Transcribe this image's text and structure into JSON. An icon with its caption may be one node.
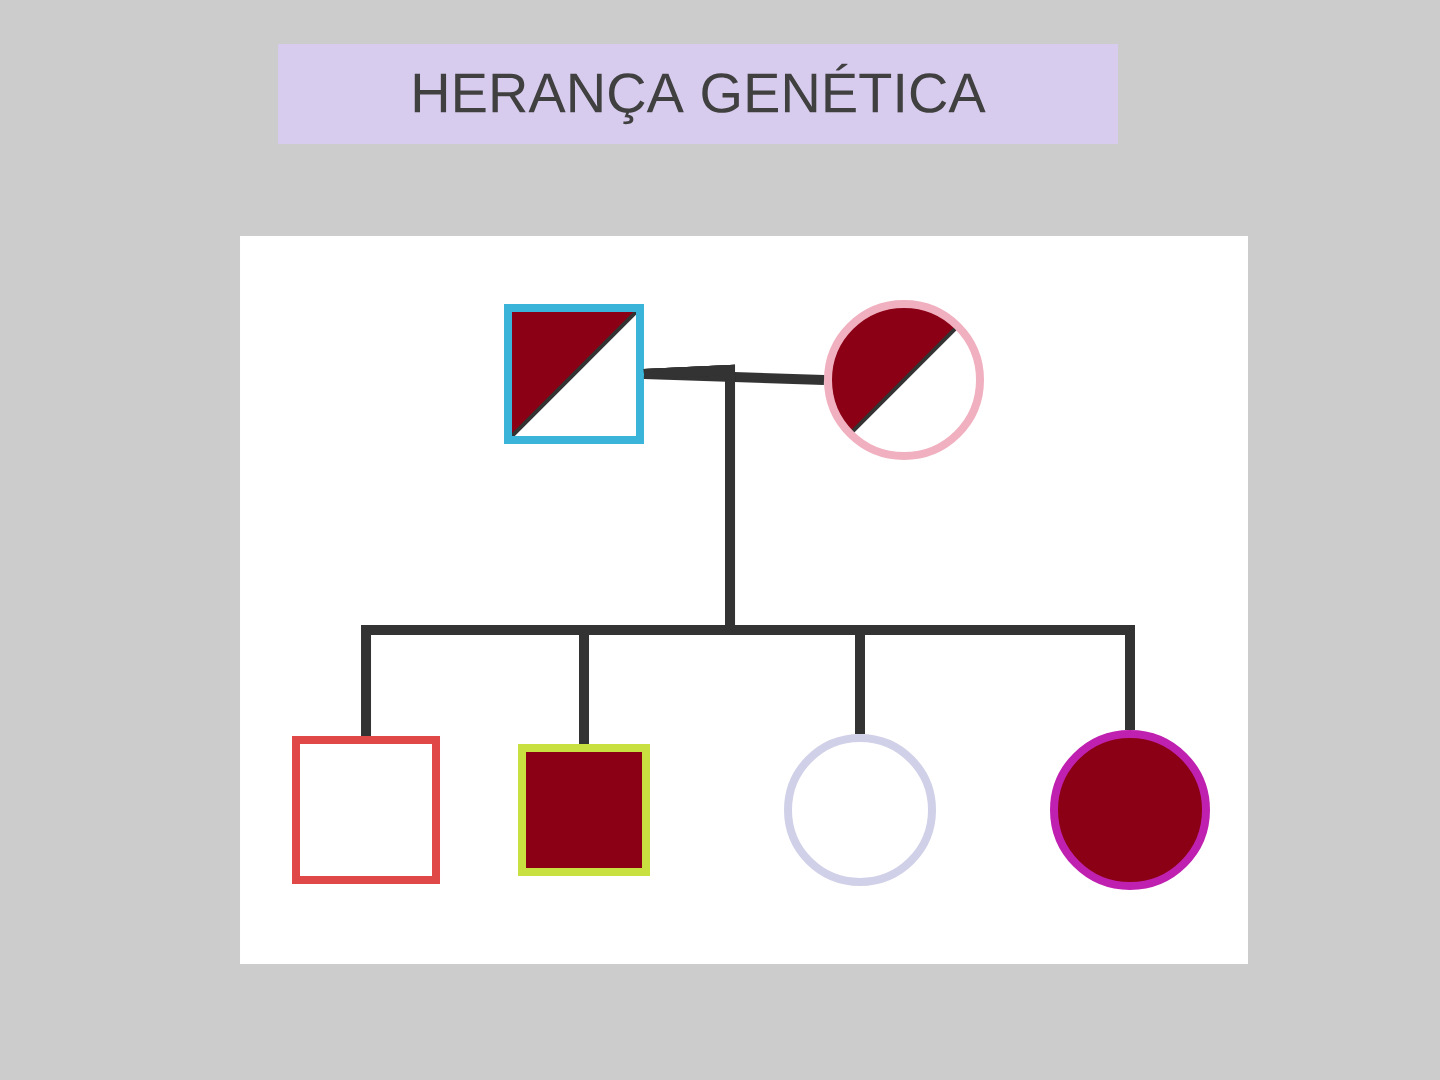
{
  "diagram": {
    "title": "HERANÇA GENÉTICA",
    "nodes": [
      {
        "text": [],
        "shape": "box"
      },
      {
        "text": [],
        "shape": "circle"
      },
      {
        "text": [],
        "shape": "box"
      },
      {
        "text": [],
        "shape": "box"
      },
      {
        "text": [],
        "shape": "circle"
      },
      {
        "text": [],
        "shape": "circle"
      }
    ],
    "edges": [
      {
        "from": 0,
        "to": 1,
        "arrow": "none"
      },
      {
        "from": 0,
        "to": 2,
        "arrow": "none"
      },
      {
        "from": 0,
        "to": 3,
        "arrow": "none"
      },
      {
        "from": 0,
        "to": 4,
        "arrow": "none"
      },
      {
        "from": 0,
        "to": 5,
        "arrow": "none"
      }
    ]
  }
}
